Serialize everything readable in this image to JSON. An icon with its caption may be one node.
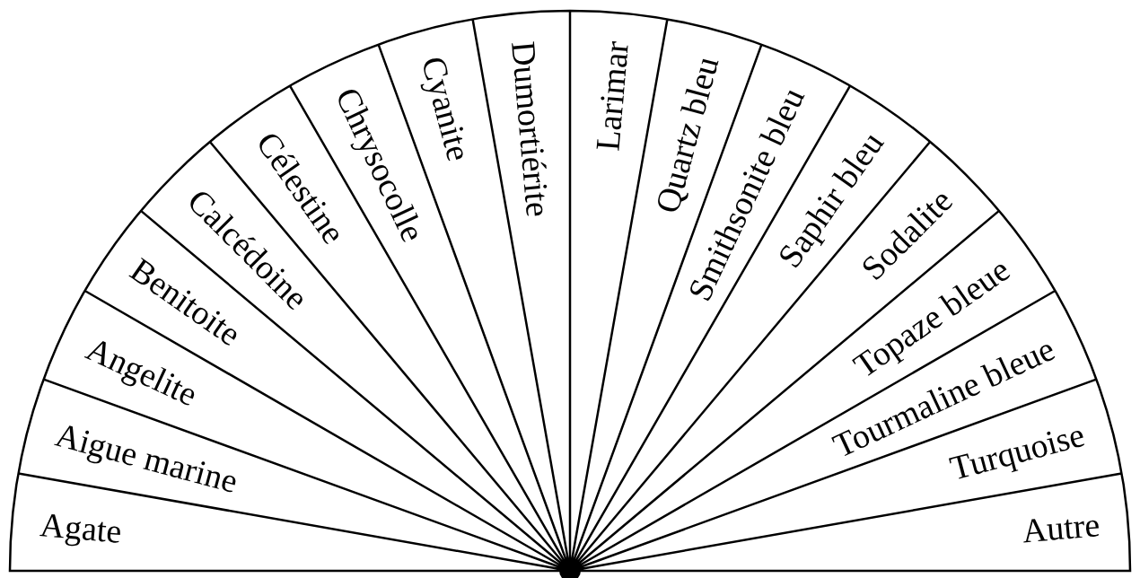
{
  "diagram": {
    "nodes": [
      {
        "text": [
          "Agate"
        ]
      },
      {
        "text": [
          "Aigue marine"
        ]
      },
      {
        "text": [
          "Angelite"
        ]
      },
      {
        "text": [
          "Benitoite"
        ]
      },
      {
        "text": [
          "Calcédoine"
        ]
      },
      {
        "text": [
          "Célestine"
        ]
      },
      {
        "text": [
          "Chrysocolle"
        ]
      },
      {
        "text": [
          "Cyanite"
        ]
      },
      {
        "text": [
          "Dumortiérite"
        ]
      },
      {
        "text": [
          "Larimar"
        ]
      },
      {
        "text": [
          "Quartz bleu"
        ]
      },
      {
        "text": [
          "Smithsonite bleu"
        ]
      },
      {
        "text": [
          "Saphir bleu"
        ]
      },
      {
        "text": [
          "Sodalite"
        ]
      },
      {
        "text": [
          "Topaze bleue"
        ]
      },
      {
        "text": [
          "Tourmaline bleue"
        ]
      },
      {
        "text": [
          "Turquoise"
        ]
      },
      {
        "text": [
          "Autre"
        ]
      }
    ]
  }
}
